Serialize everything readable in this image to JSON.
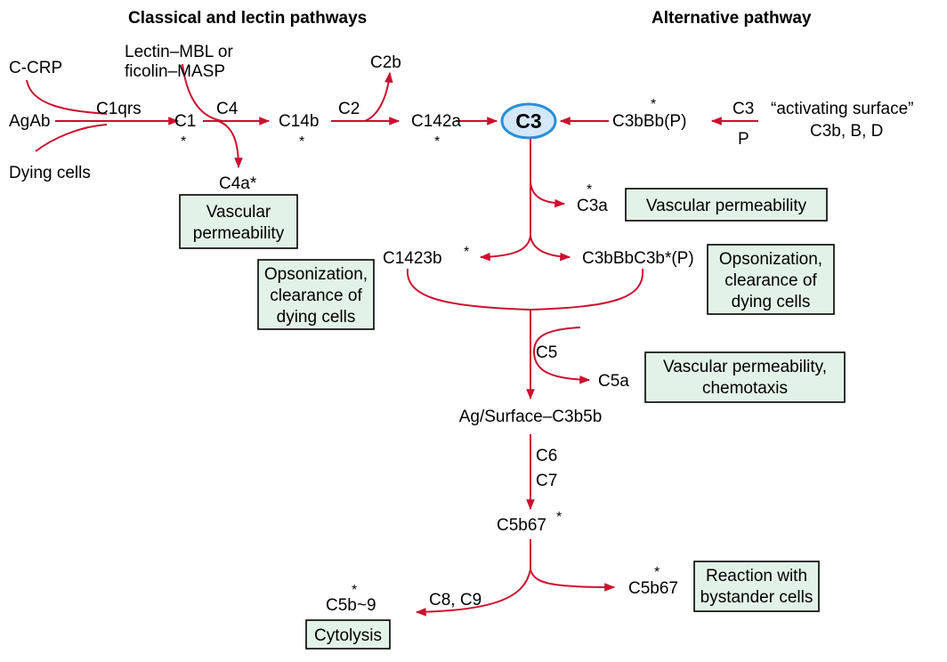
{
  "headers": {
    "classical": "Classical and lectin pathways",
    "alternative": "Alternative pathway"
  },
  "labels": {
    "c_crp": "C-CRP",
    "agab": "AgAb",
    "dying_cells": "Dying cells",
    "lectin_line1": "Lectin–MBL or",
    "lectin_line2": "ficolin–MASP",
    "c1qrs": "C1qrs",
    "c1": "C1",
    "c4": "C4",
    "c4a": "C4a*",
    "c14b": "C14b",
    "c2": "C2",
    "c2b": "C2b",
    "c142a": "C142a",
    "c3": "C3",
    "c3bbb": "C3bBb(P)",
    "alt_c3": "C3",
    "alt_p": "P",
    "activating_line1": "“activating surface”",
    "activating_line2": "C3b, B, D",
    "c3a": "C3a",
    "c1423b": "C1423b",
    "c3bbbc3b": "C3bBbC3b*(P)",
    "c5": "C5",
    "c5a": "C5a",
    "ag_surface": "Ag/Surface–C3b5b",
    "c6": "C6",
    "c7": "C7",
    "c5b67": "C5b67",
    "c8c9": "C8, C9",
    "c5b9": "C5b~9",
    "c5b67_side": "C5b67",
    "asterisk": "*"
  },
  "boxes": {
    "vasc_perm_left_1": "Vascular",
    "vasc_perm_left_2": "permeability",
    "vasc_perm_c3a": "Vascular permeability",
    "opson_left_1": "Opsonization,",
    "opson_left_2": "clearance of",
    "opson_left_3": "dying cells",
    "opson_right_1": "Opsonization,",
    "opson_right_2": "clearance of",
    "opson_right_3": "dying cells",
    "vasc_chemo_1": "Vascular permeability,",
    "vasc_chemo_2": "chemotaxis",
    "bystander_1": "Reaction with",
    "bystander_2": "bystander cells",
    "cytolysis": "Cytolysis"
  },
  "colors": {
    "arrow": "#cc1030",
    "box_fill": "#e3f2e6",
    "c3_fill": "#d4e8f8",
    "c3_stroke": "#2a8fd8"
  }
}
